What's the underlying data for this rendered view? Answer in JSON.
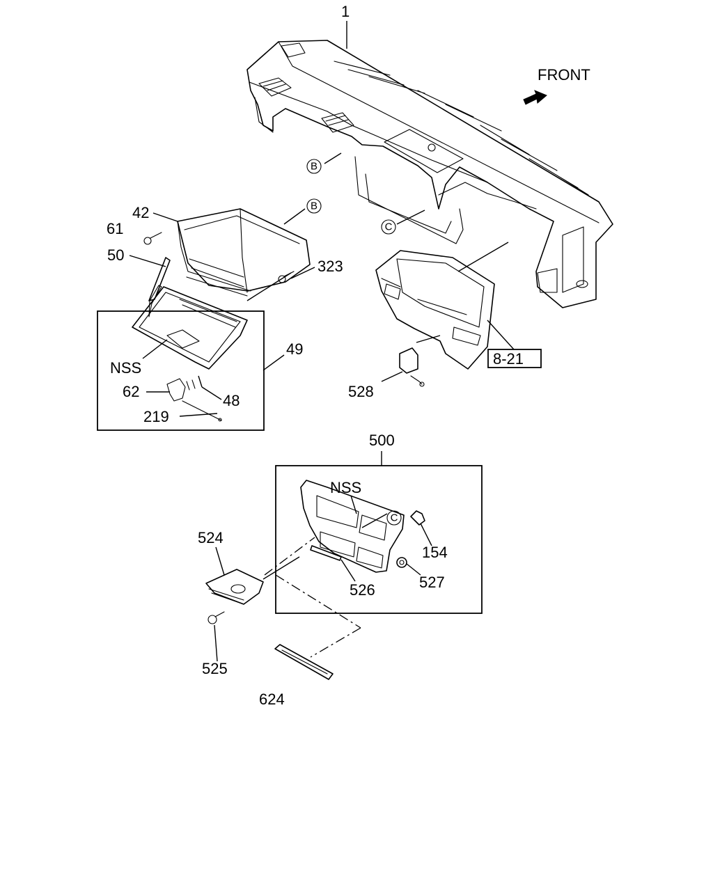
{
  "front_label": "FRONT",
  "callouts": {
    "p1": "1",
    "p42": "42",
    "p61": "61",
    "p50": "50",
    "p323": "323",
    "p49": "49",
    "nss1": "NSS",
    "p62": "62",
    "p48": "48",
    "p219": "219",
    "p528": "528",
    "ref821": "8-21",
    "p500": "500",
    "nss2": "NSS",
    "p154": "154",
    "p527": "527",
    "p526": "526",
    "p524": "524",
    "p525": "525",
    "p624": "624"
  },
  "circle_refs": {
    "b1": "B",
    "b2": "B",
    "c1": "C",
    "c2": "C"
  }
}
